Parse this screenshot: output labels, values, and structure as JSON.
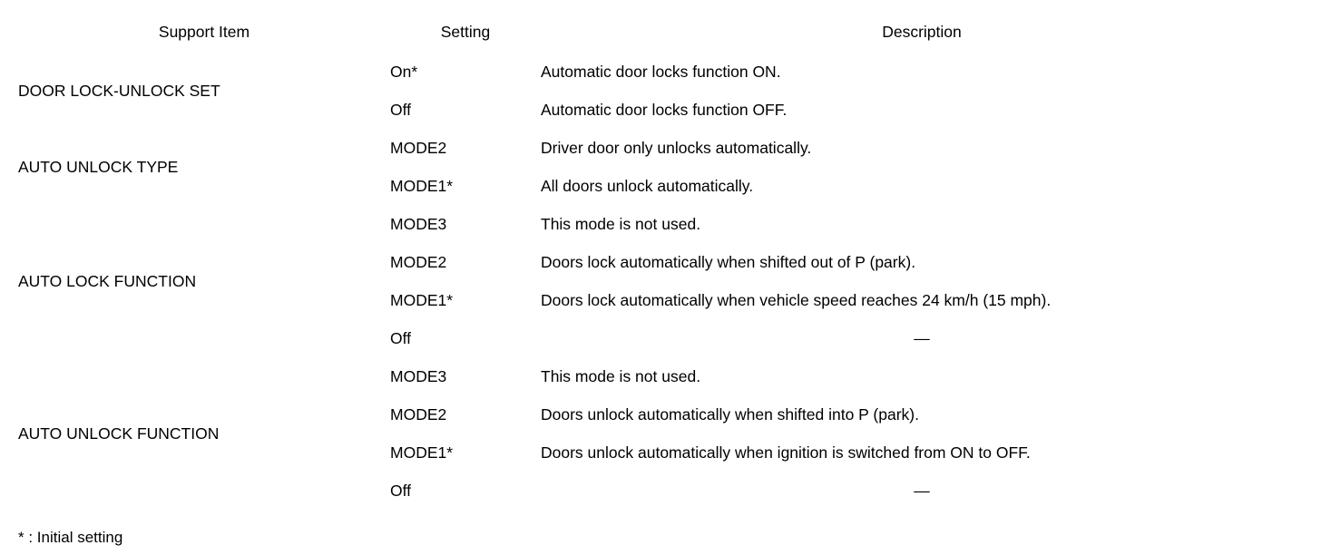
{
  "table": {
    "columns": [
      {
        "key": "support_item",
        "header": "Support Item"
      },
      {
        "key": "setting",
        "header": "Setting"
      },
      {
        "key": "description",
        "header": "Description"
      }
    ],
    "groups": [
      {
        "support_item": "DOOR LOCK-UNLOCK SET",
        "rows": [
          {
            "setting": "On*",
            "description": "Automatic door locks function ON."
          },
          {
            "setting": "Off",
            "description": "Automatic door locks function OFF."
          }
        ]
      },
      {
        "support_item": "AUTO UNLOCK TYPE",
        "rows": [
          {
            "setting": "MODE2",
            "description": "Driver door only unlocks automatically."
          },
          {
            "setting": "MODE1*",
            "description": "All doors unlock automatically."
          }
        ]
      },
      {
        "support_item": "AUTO LOCK FUNCTION",
        "rows": [
          {
            "setting": "MODE3",
            "description": "This mode is not used."
          },
          {
            "setting": "MODE2",
            "description": "Doors lock automatically when shifted out of P (park)."
          },
          {
            "setting": "MODE1*",
            "description": "Doors lock automatically when vehicle speed reaches 24 km/h (15 mph)."
          },
          {
            "setting": "Off",
            "description": "—",
            "description_align": "center"
          }
        ]
      },
      {
        "support_item": "AUTO UNLOCK FUNCTION",
        "rows": [
          {
            "setting": "MODE3",
            "description": "This mode is not used."
          },
          {
            "setting": "MODE2",
            "description": "Doors unlock automatically when shifted into P (park)."
          },
          {
            "setting": "MODE1*",
            "description": "Doors unlock automatically when ignition is switched from ON to OFF."
          },
          {
            "setting": "Off",
            "description": "—",
            "description_align": "center"
          }
        ]
      }
    ]
  },
  "footnote": "* : Initial setting",
  "colors": {
    "text": "#000000",
    "rule": "#000000",
    "background": "#ffffff"
  }
}
